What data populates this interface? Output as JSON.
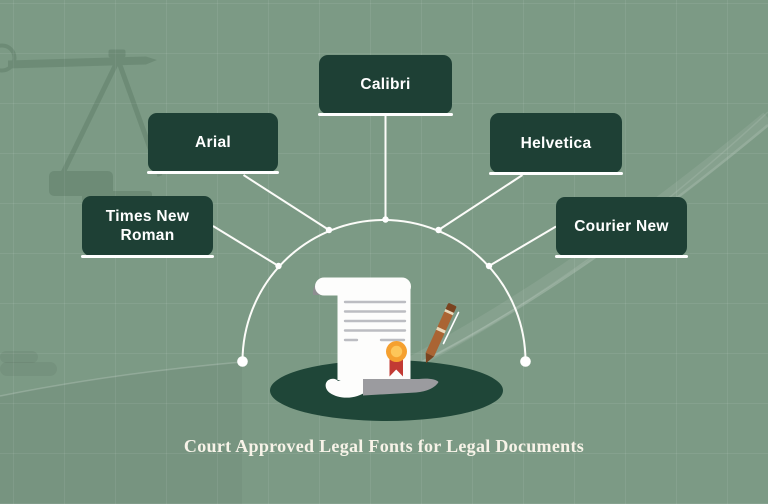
{
  "header": {
    "title": "Court Approved Legal Fonts for Legal Documents"
  },
  "fonts": [
    {
      "id": "times-new-roman",
      "label": "Times New Roman"
    },
    {
      "id": "arial",
      "label": "Arial"
    },
    {
      "id": "calibri",
      "label": "Calibri"
    },
    {
      "id": "helvetica",
      "label": "Helvetica"
    },
    {
      "id": "courier-new",
      "label": "Courier New"
    }
  ],
  "diagram": {
    "type": "radial-infographic",
    "center_illustration": "legal scroll document with certificate seal and pen on dark oval",
    "background_watermark": "scales-of-justice",
    "connections": [
      "Times New Roman -> arc node",
      "Arial -> arc node",
      "Calibri -> arc top node",
      "Helvetica -> arc node",
      "Courier New -> arc node"
    ]
  },
  "icons": [
    "scales-of-justice-watermark-icon",
    "scroll-document-icon",
    "certificate-seal-icon",
    "ribbon-icon",
    "pen-icon"
  ],
  "colors": {
    "background": "#7c9a85",
    "grid_line": "rgba(255,255,255,0.07)",
    "box_green": "#1e4035",
    "box_text": "#ffffff",
    "box_underline": "#ffffff",
    "connector_white": "#fcfcf9",
    "oval_green": "#1f4638",
    "scroll_white": "#fdfdfc",
    "scroll_gray": "#9b9b9f",
    "scroll_text_lines": "#bcbdc2",
    "seal_orange": "#f5a02f",
    "seal_inner_yellow": "#fdc65a",
    "ribbon_red": "#c23a34",
    "pen_brown": "#aa6433",
    "pen_dark_brown": "#7a4420",
    "pen_band": "#ead9bb",
    "title_text": "#f7f3e8"
  }
}
